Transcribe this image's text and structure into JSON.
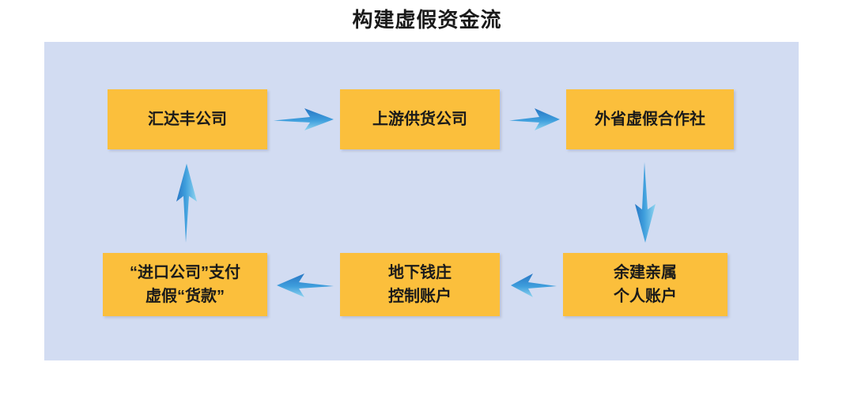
{
  "title": "构建虚假资金流",
  "colors": {
    "panel_background": "#d2dcf2",
    "node_fill": "#fbbf3c",
    "node_text": "#1a1a1a",
    "arrow_dark": "#2e8bd8",
    "arrow_light": "#6cc4ea",
    "page_background": "#ffffff"
  },
  "nodes": {
    "huidafeng": {
      "lines": [
        "汇达丰公司"
      ]
    },
    "supplier": {
      "lines": [
        "上游供货公司"
      ]
    },
    "coop": {
      "lines": [
        "外省虚假合作社"
      ]
    },
    "relatives": {
      "lines": [
        "余建亲属",
        "个人账户"
      ]
    },
    "underground": {
      "lines": [
        "地下钱庄",
        "控制账户"
      ]
    },
    "import": {
      "lines": [
        "“进口公司”支付",
        "虚假“货款”"
      ]
    }
  },
  "arrows": [
    {
      "id": "huidafeng-supplier",
      "from": "huidafeng",
      "to": "supplier",
      "direction": "right"
    },
    {
      "id": "supplier-coop",
      "from": "supplier",
      "to": "coop",
      "direction": "right"
    },
    {
      "id": "coop-relatives",
      "from": "coop",
      "to": "relatives",
      "direction": "down"
    },
    {
      "id": "relatives-under",
      "from": "relatives",
      "to": "underground",
      "direction": "left"
    },
    {
      "id": "under-import",
      "from": "underground",
      "to": "import",
      "direction": "left"
    },
    {
      "id": "import-huidafeng",
      "from": "import",
      "to": "huidafeng",
      "direction": "up"
    }
  ]
}
